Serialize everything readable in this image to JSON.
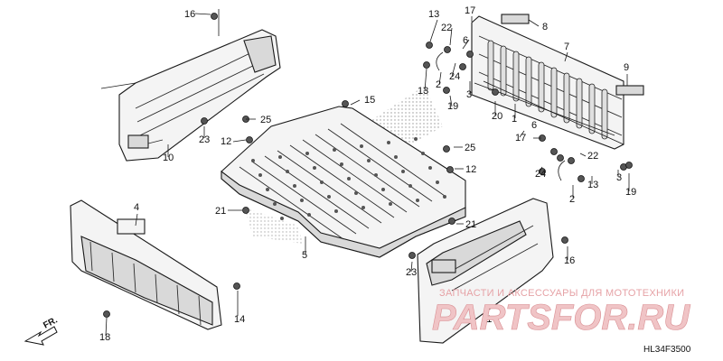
{
  "diagram": {
    "callouts": [
      "16",
      "13",
      "17",
      "22",
      "6",
      "8",
      "7",
      "9",
      "25",
      "13",
      "2",
      "24",
      "3",
      "15",
      "19",
      "1",
      "20",
      "10",
      "23",
      "12",
      "6",
      "17",
      "22",
      "25",
      "12",
      "3",
      "24",
      "13",
      "19",
      "2",
      "21",
      "21",
      "4",
      "5",
      "16",
      "23",
      "14",
      "18",
      "11"
    ],
    "direction_label": "FR.",
    "figure_code": "HL34F3500",
    "watermark": {
      "caption": "ЗАПЧАСТИ И АКСЕССУАРЫ ДЛЯ МОТОТЕХНИКИ",
      "logo": "PARTSFOR.RU"
    }
  }
}
